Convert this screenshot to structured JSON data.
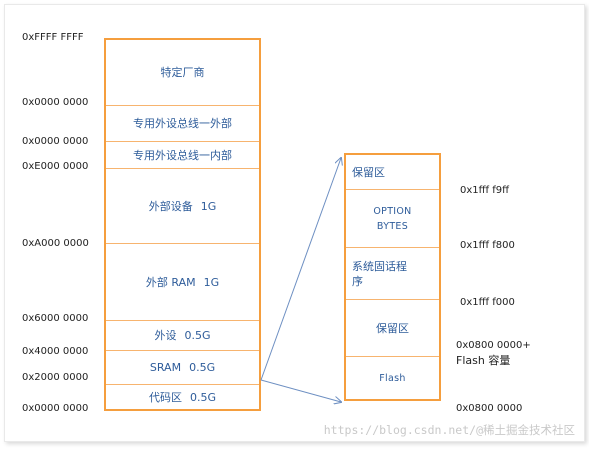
{
  "left_addresses": [
    "0xFFFF FFFF",
    "0x0000 0000",
    "0x0000 0000",
    "0xE000 0000",
    "0xA000 0000",
    "0x6000 0000",
    "0x4000 0000",
    "0x2000 0000",
    "0x0000 0000"
  ],
  "memory_map": [
    {
      "label": "特定厂商",
      "size": ""
    },
    {
      "label": "专用外设总线一外部",
      "size": ""
    },
    {
      "label": "专用外设总线一内部",
      "size": ""
    },
    {
      "label": "外部设备",
      "size": "1G"
    },
    {
      "label": "外部 RAM",
      "size": "1G"
    },
    {
      "label": "外设",
      "size": "0.5G"
    },
    {
      "label": "SRAM",
      "size": "0.5G"
    },
    {
      "label": "代码区",
      "size": "0.5G"
    }
  ],
  "code_region": [
    {
      "label": "保留区"
    },
    {
      "label": "OPTION BYTES",
      "line1": "OPTION",
      "line2": "BYTES"
    },
    {
      "label": "系统固话程序",
      "line1": "系统固话程",
      "line2": "序"
    },
    {
      "label": "保留区"
    },
    {
      "label": "Flash"
    }
  ],
  "right_addresses": [
    "0x1fff f9ff",
    "0x1fff f800",
    "0x1fff f000",
    "0x0800 0000+",
    "Flash 容量",
    "0x0800 0000"
  ],
  "watermark": "https://blog.csdn.net/@稀土掘金技术社区",
  "colors": {
    "box_border": "#f59e3e",
    "divider": "#f7b46f",
    "label_text": "#2e5c9a",
    "arrow": "#6d8fc2"
  }
}
